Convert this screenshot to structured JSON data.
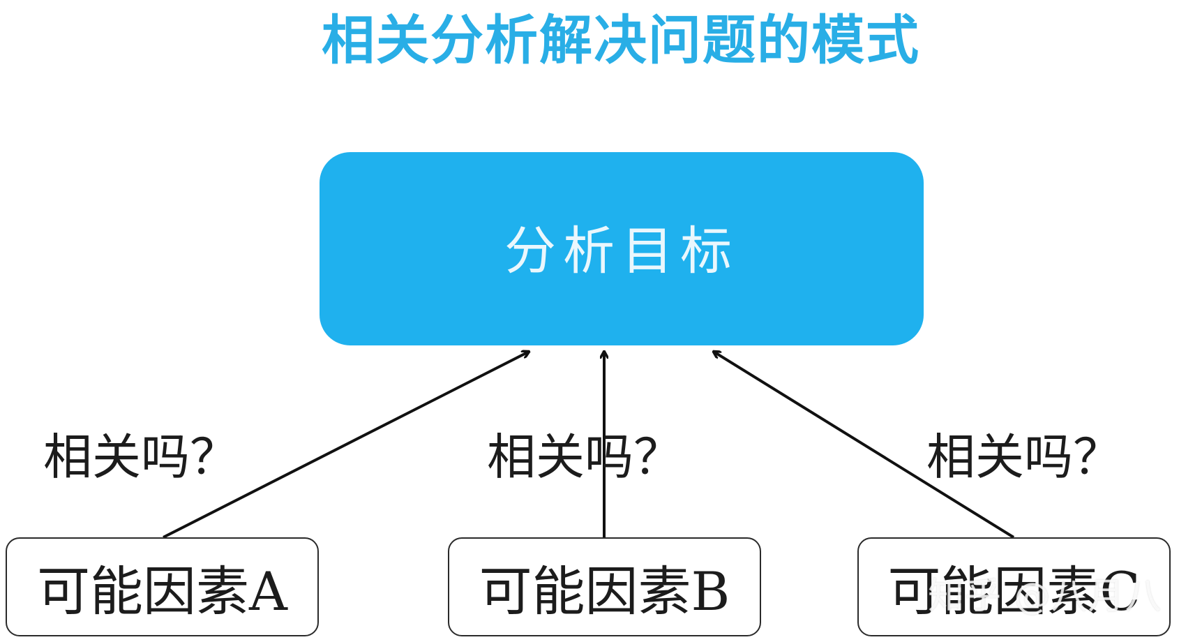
{
  "title": "相关分析解决问题的模式",
  "target": {
    "label": "分析目标"
  },
  "factors": [
    {
      "label": "可能因素A",
      "question": "相关吗？"
    },
    {
      "label": "可能因素B",
      "question": "相关吗？"
    },
    {
      "label": "可能因素C",
      "question": "相关吗？"
    }
  ],
  "watermark": "知乎 @八月八",
  "colors": {
    "accent": "#1fb1ee",
    "title": "#29aee6",
    "line": "#111111"
  }
}
